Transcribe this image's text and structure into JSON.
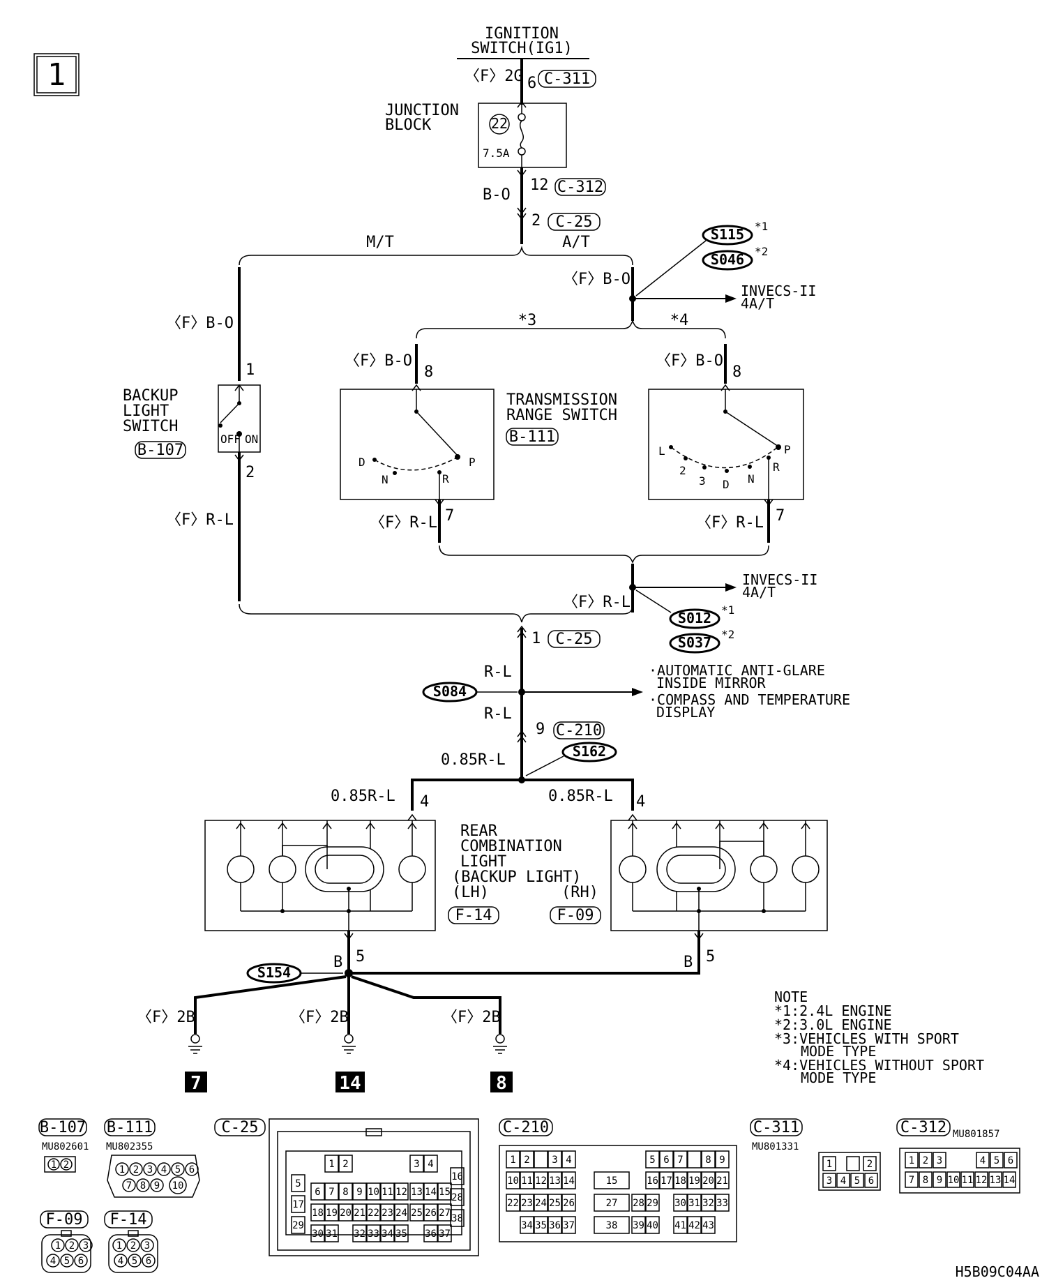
{
  "page": {
    "index": "1",
    "drawing_code": "H5B09C04AA"
  },
  "power": {
    "title_line1": "IGNITION",
    "title_line2": "SWITCH(IG1)",
    "wire_top": "〈F〉2G",
    "pin_top": "6",
    "conn_top": "C-311",
    "jb_line1": "JUNCTION",
    "jb_line2": "BLOCK",
    "fuse_no": "22",
    "fuse_rating": "7.5A",
    "pin_jb_out": "12",
    "conn_jb_out": "C-312",
    "wire_jb_out": "B-O",
    "pin_c25": "2",
    "conn_c25": "C-25",
    "branch_mt": "M/T",
    "branch_at": "A/T"
  },
  "mt": {
    "wire_in": "〈F〉B-O",
    "pin_in": "1",
    "switch_line1": "BACKUP",
    "switch_line2": "LIGHT",
    "switch_line3": "SWITCH",
    "switch_conn": "B-107",
    "pos_off": "OFF",
    "pos_on": "ON",
    "pin_out": "2",
    "wire_out": "〈F〉R-L"
  },
  "at": {
    "wire_in": "〈F〉B-O",
    "splice_in_1": "S115",
    "splice_in_1_note": "*1",
    "splice_in_2": "S046",
    "splice_in_2_note": "*2",
    "invecs_in_line1": "INVECS-II",
    "invecs_in_line2": "4A/T",
    "branch_3": "*3",
    "branch_4": "*4",
    "trs_line1": "TRANSMISSION",
    "trs_line2": "RANGE SWITCH",
    "trs_conn": "B-111",
    "left_wire_in": "〈F〉B-O",
    "left_pin_in": "8",
    "left_pos": [
      "D",
      "N",
      "R",
      "P"
    ],
    "left_wire_out": "〈F〉R-L",
    "left_pin_out": "7",
    "right_wire_in": "〈F〉B-O",
    "right_pin_in": "8",
    "right_pos": [
      "L",
      "2",
      "3",
      "D",
      "N",
      "R",
      "P"
    ],
    "right_wire_out": "〈F〉R-L",
    "right_pin_out": "7",
    "wire_out": "〈F〉R-L",
    "invecs_out_line1": "INVECS-II",
    "invecs_out_line2": "4A/T",
    "splice_out_1": "S012",
    "splice_out_1_note": "*1",
    "splice_out_2": "S037",
    "splice_out_2_note": "*2"
  },
  "lower": {
    "pin_c25": "1",
    "conn_c25": "C-25",
    "wire_rl_1": "R-L",
    "splice_mirror": "S084",
    "mirror_line1": "·AUTOMATIC ANTI-GLARE",
    "mirror_line2": "INSIDE MIRROR",
    "display_line1": "·COMPASS AND TEMPERATURE",
    "display_line2": "DISPLAY",
    "wire_rl_2": "R-L",
    "pin_c210": "9",
    "conn_c210": "C-210",
    "wire_085_main": "0.85R-L",
    "splice_lamps": "S162",
    "wire_085_lh": "0.85R-L",
    "pin_lh_in": "4",
    "wire_085_rh": "0.85R-L",
    "pin_rh_in": "4",
    "lamp_line1": "REAR",
    "lamp_line2": "COMBINATION",
    "lamp_line3": "LIGHT",
    "lamp_line4": "(BACKUP LIGHT)",
    "lamp_lh": "(LH)",
    "lamp_rh": "(RH)",
    "conn_lh": "F-14",
    "conn_rh": "F-09",
    "wire_gnd_lh": "B",
    "pin_gnd_lh": "5",
    "wire_gnd_rh": "B",
    "pin_gnd_rh": "5",
    "splice_ground": "S154",
    "gnd_wire_a": "〈F〉2B",
    "gnd_wire_b": "〈F〉2B",
    "gnd_wire_c": "〈F〉2B",
    "gnd_a": "7",
    "gnd_b": "14",
    "gnd_c": "8"
  },
  "notes": {
    "title": "NOTE",
    "n1": "*1:2.4L ENGINE",
    "n2": "*2:3.0L ENGINE",
    "n3a": "*3:VEHICLES WITH SPORT",
    "n3b": "MODE TYPE",
    "n4a": "*4:VEHICLES WITHOUT SPORT",
    "n4b": "MODE TYPE"
  },
  "connectors": {
    "b107": {
      "id": "B-107",
      "part": "MU802601"
    },
    "b111": {
      "id": "B-111",
      "part": "MU802355"
    },
    "f09": {
      "id": "F-09"
    },
    "f14": {
      "id": "F-14"
    },
    "c25": {
      "id": "C-25"
    },
    "c210": {
      "id": "C-210"
    },
    "c311": {
      "id": "C-311",
      "part": "MU801331"
    },
    "c312": {
      "id": "C-312",
      "part": "MU801857"
    }
  }
}
